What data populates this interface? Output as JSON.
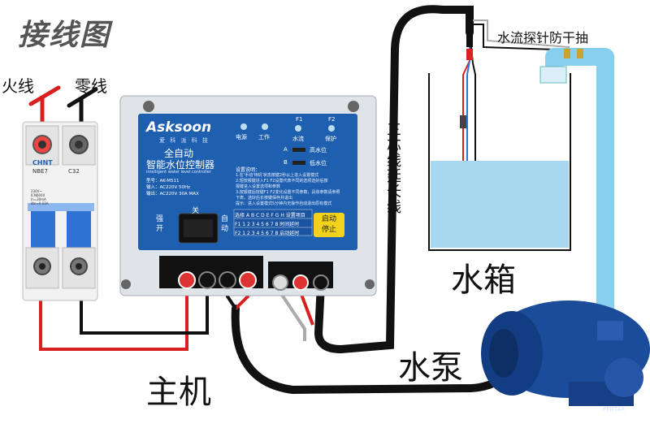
{
  "labels": {
    "title": "接线图",
    "live_wire": "火线",
    "neutral_wire": "零线",
    "probe": "水流探针防干抽",
    "extension": "三芯线延长线",
    "tank": "水箱",
    "pump": "水泵",
    "host": "主机"
  },
  "controller": {
    "brand": "Asksoon",
    "brand_sub": "爱 科 派 科 技",
    "name_line1": "全自动",
    "name_line2": "智能水位控制器",
    "name_en": "intelligent water level controller",
    "model": "型号：AK-M511",
    "input": "输入：AC220V 50Hz",
    "output": "输出：AC220V 30A MAX",
    "indicators": [
      "电源",
      "工作",
      "水流",
      "保护"
    ],
    "indicator_codes": [
      "F1",
      "F2"
    ],
    "levels": [
      "A",
      "B"
    ],
    "level_labels": [
      "高水位",
      "低水位"
    ],
    "setup_title": "设置说明：",
    "setup_lines": [
      "1.在'手动'待机'状态按键2秒以上进入设置模式",
      "2.短按报键进入F1 F2设置代表不同的选项选好后按",
      "  报键进入设置选项和参数",
      "3.按报键后按键F1 F2变化设置不同参数，具体参数请参照",
      "  下表，选好后长按键保存并退出",
      "提示：进入设置模式5分钟内无操作自动退出原有模式"
    ],
    "switch_off": "关",
    "switch_strong": "强开",
    "switch_auto": "自动",
    "start_btn": [
      "启动",
      "停止"
    ],
    "table_head": [
      "选择",
      "A",
      "B",
      "C",
      "D",
      "E",
      "F",
      "G",
      "H",
      "设置项目"
    ],
    "table_rows": [
      [
        "F1",
        "1",
        "2",
        "3",
        "4",
        "5",
        "6",
        "7",
        "8",
        "时间延时"
      ],
      [
        "F2",
        "1",
        "2",
        "3",
        "4",
        "5",
        "6",
        "7",
        "8",
        "启动延时"
      ]
    ]
  },
  "breaker": {
    "brand": "CHNT",
    "model": "NBE7",
    "rating": "C32",
    "spec": [
      "230V~",
      "ICN6000",
      "In=30mA",
      "IΔn=0.03A"
    ]
  },
  "pump": {
    "brand": "PENTAX"
  },
  "colors": {
    "panel_blue": "#1f5fb0",
    "frame": "#dfe4e9",
    "wire_live": "#d82020",
    "wire_neutral": "#111111",
    "water": "#a8d8f0",
    "pump_body": "#1b4c9a",
    "pipe": "#87cfee"
  }
}
